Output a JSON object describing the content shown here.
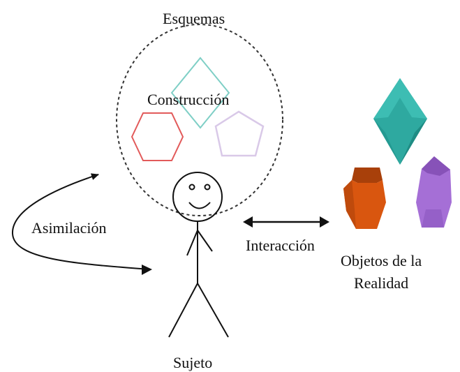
{
  "labels": {
    "esquemas": "Esquemas",
    "construccion": "Construcción",
    "asimilacion": "Asimilación",
    "interaccion": "Interacción",
    "objetos_line1": "Objetos de la",
    "objetos_line2": "Realidad",
    "sujeto": "Sujeto"
  },
  "shapes": {
    "diamond_outline": "diamond",
    "hexagon_outline": "hexagon",
    "pentagon_outline": "pentagon",
    "object_teal": "diamond-solid",
    "object_orange": "octagon-solid",
    "object_purple": "pentagon-solid"
  },
  "colors": {
    "diamond_stroke": "#7fcfc6",
    "hexagon_stroke": "#e25a5a",
    "pentagon_stroke": "#d9c9e8",
    "teal_fill": "#2ea9a0",
    "teal_dark": "#1f8c84",
    "orange_fill": "#d9560f",
    "orange_dark": "#a8400a",
    "purple_fill": "#a56fd6",
    "purple_dark": "#8752b8",
    "ink": "#111111"
  }
}
